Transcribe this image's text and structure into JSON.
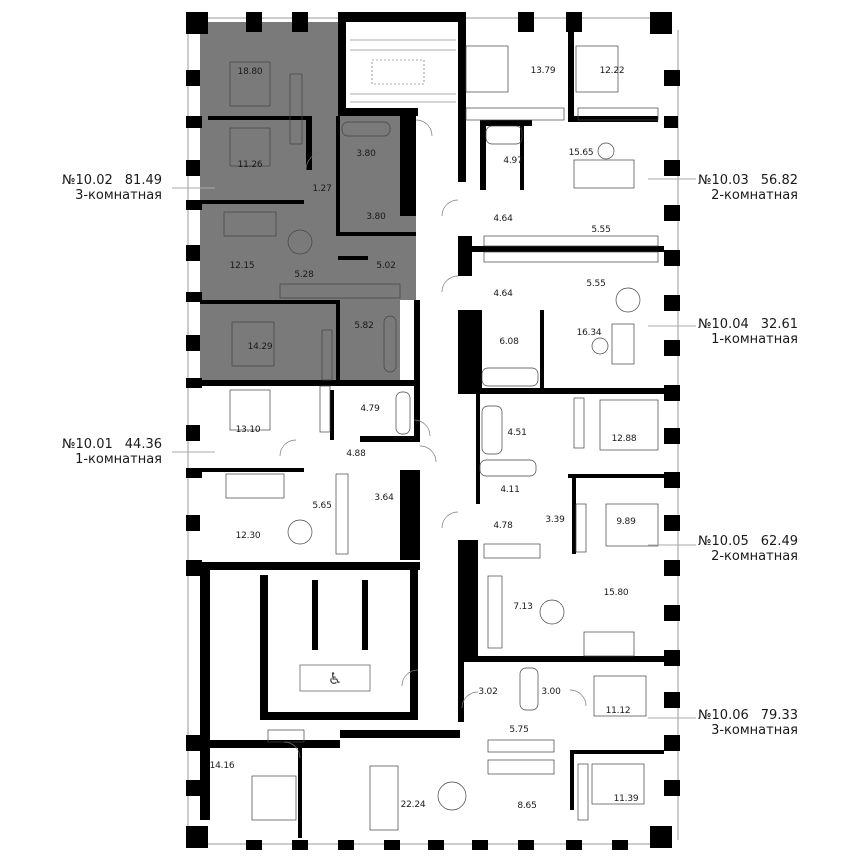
{
  "floor_plan": {
    "apartments": [
      {
        "id": "apt-10-02",
        "number": "№10.02",
        "area": "81.49",
        "type": "3-комнатная",
        "side": "left",
        "highlighted": true
      },
      {
        "id": "apt-10-01",
        "number": "№10.01",
        "area": "44.36",
        "type": "1-комнатная",
        "side": "left",
        "highlighted": false
      },
      {
        "id": "apt-10-03",
        "number": "№10.03",
        "area": "56.82",
        "type": "2-комнатная",
        "side": "right",
        "highlighted": false
      },
      {
        "id": "apt-10-04",
        "number": "№10.04",
        "area": "32.61",
        "type": "1-комнатная",
        "side": "right",
        "highlighted": false
      },
      {
        "id": "apt-10-05",
        "number": "№10.05",
        "area": "62.49",
        "type": "2-комнатная",
        "side": "right",
        "highlighted": false
      },
      {
        "id": "apt-10-06",
        "number": "№10.06",
        "area": "79.33",
        "type": "3-комнатная",
        "side": "right",
        "highlighted": false
      }
    ],
    "room_areas": {
      "a1002_bed1": "18.80",
      "a1002_bed2": "11.26",
      "a1002_hall": "1.27",
      "a1002_bath1": "3.80",
      "a1002_bath2": "3.80",
      "a1002_living": "12.15",
      "a1002_kitchen": "5.28",
      "a1002_corr": "5.02",
      "a1002_bath3": "5.82",
      "a1002_bed3": "14.29",
      "a1003_bed1": "13.79",
      "a1003_bed2": "12.22",
      "a1003_bath": "4.97",
      "a1003_living": "15.65",
      "a1003_hall": "4.64",
      "a1003_kitchen": "5.55",
      "a1004_hall": "4.64",
      "a1004_kitchen": "5.55",
      "a1004_living": "16.34",
      "a1004_bath": "6.08",
      "a1001_bed": "13.10",
      "a1001_bath": "4.79",
      "a1001_hall": "4.88",
      "a1001_kitchen": "5.65",
      "a1001_storage": "3.64",
      "a1001_living": "12.30",
      "a1005_bath1": "4.51",
      "a1005_bed1": "12.88",
      "a1005_bath2": "4.11",
      "a1005_hall": "4.78",
      "a1005_corr": "3.39",
      "a1005_bed2": "9.89",
      "a1005_kitchen": "7.13",
      "a1005_living": "15.80",
      "a1006_bath1": "3.02",
      "a1006_bath2": "3.00",
      "a1006_bed1": "11.12",
      "a1006_hall": "5.75",
      "a1006_corr": "8.65",
      "a1006_bed2": "11.39",
      "a1006_bed3": "14.16",
      "a1006_living": "22.24"
    },
    "colors": {
      "highlight": "#7a7a7a",
      "wall": "#000000",
      "line": "#555555",
      "background": "#ffffff"
    }
  }
}
